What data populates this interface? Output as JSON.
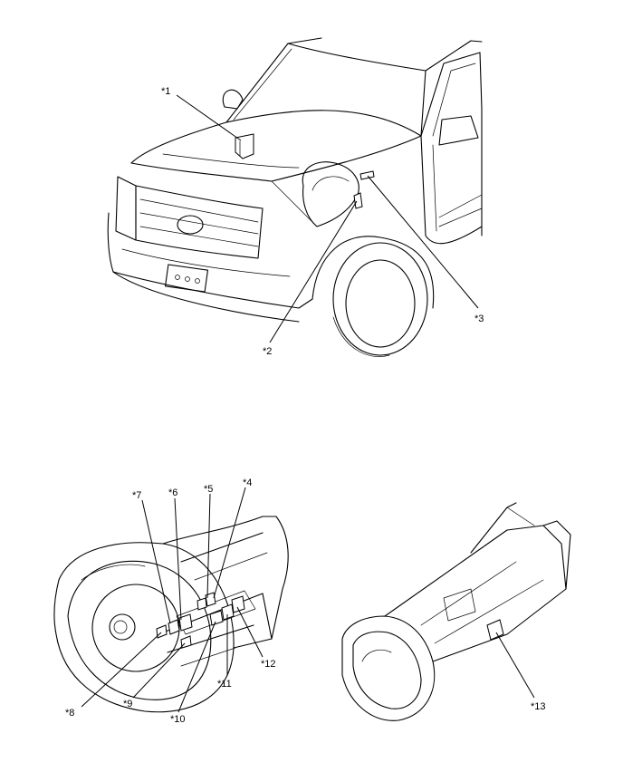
{
  "callouts": [
    {
      "id": "c1",
      "text": "*1"
    },
    {
      "id": "c2",
      "text": "*2"
    },
    {
      "id": "c3",
      "text": "*3"
    },
    {
      "id": "c4",
      "text": "*4"
    },
    {
      "id": "c5",
      "text": "*5"
    },
    {
      "id": "c6",
      "text": "*6"
    },
    {
      "id": "c7",
      "text": "*7"
    },
    {
      "id": "c8",
      "text": "*8"
    },
    {
      "id": "c9",
      "text": "*9"
    },
    {
      "id": "c10",
      "text": "*10"
    },
    {
      "id": "c11",
      "text": "*11"
    },
    {
      "id": "c12",
      "text": "*12"
    },
    {
      "id": "c13",
      "text": "*13"
    }
  ]
}
